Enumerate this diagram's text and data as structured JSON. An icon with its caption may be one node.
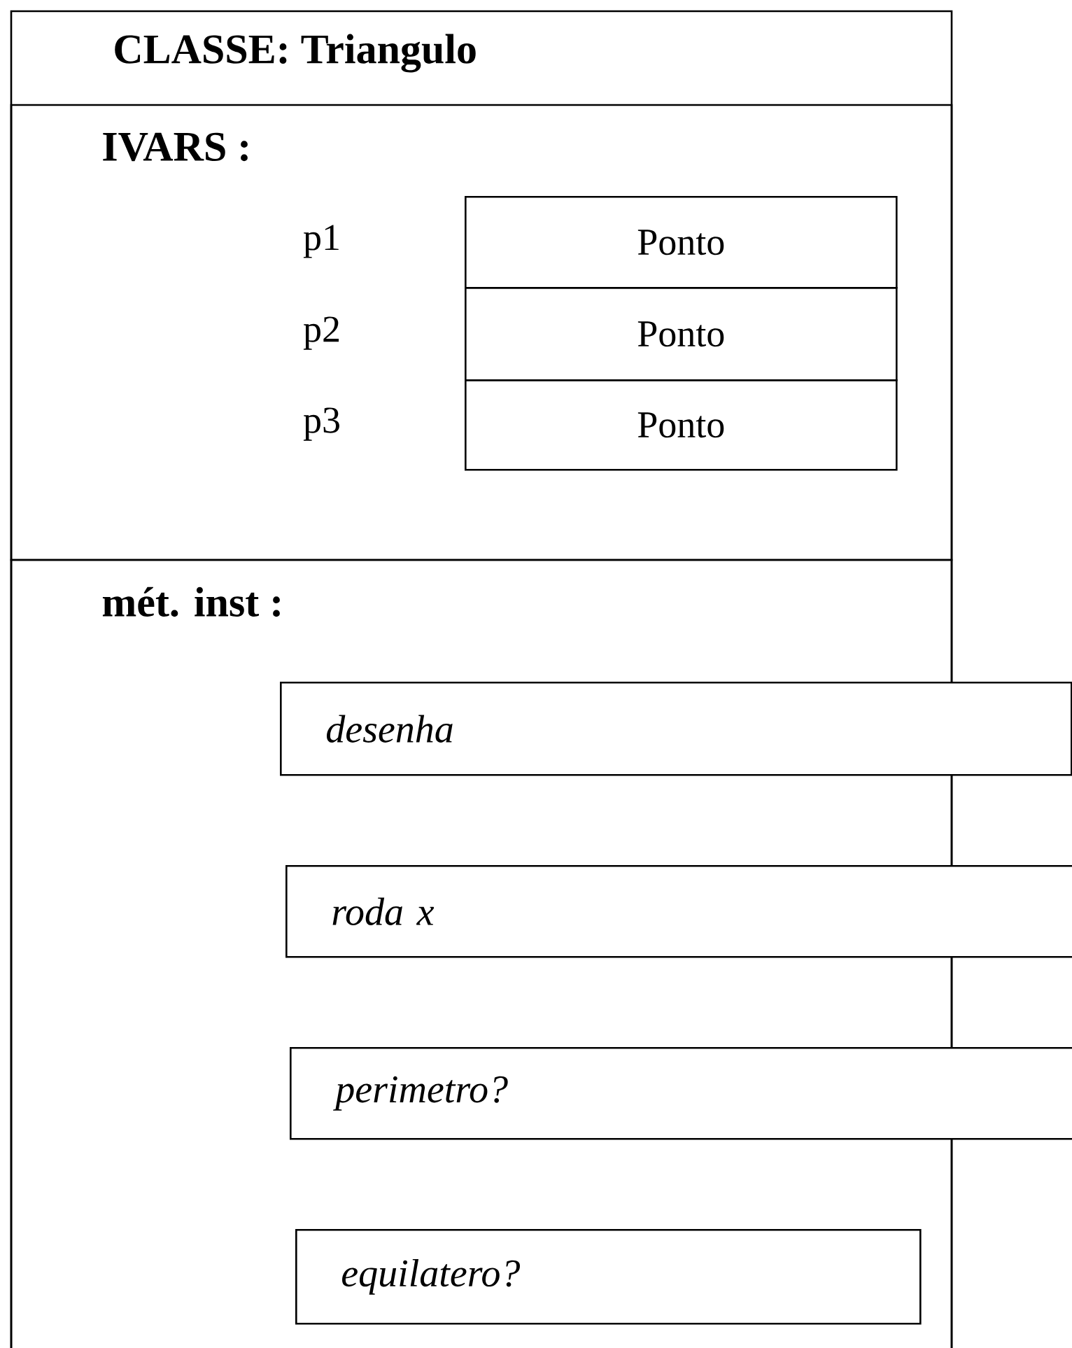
{
  "diagram": {
    "nodes": [
      {
        "text": [
          "CLASSE: Triangulo"
        ]
      },
      {
        "text": [
          "IVARS :"
        ],
        "in": 0
      },
      {
        "text": [
          "Ponto"
        ],
        "in": 1,
        "beside": [
          "p1"
        ]
      },
      {
        "text": [
          "Ponto"
        ],
        "in": 1,
        "beside": [
          "p2"
        ]
      },
      {
        "text": [
          "Ponto"
        ],
        "in": 1,
        "beside": [
          "p3"
        ]
      },
      {
        "text": [
          "mét. inst :"
        ],
        "in": 0
      },
      {
        "text": [
          "desenha"
        ]
      },
      {
        "text": [
          "roda x"
        ]
      },
      {
        "text": [
          "perimetro?"
        ]
      },
      {
        "text": [
          "equilatero?"
        ],
        "in": 5
      }
    ]
  }
}
